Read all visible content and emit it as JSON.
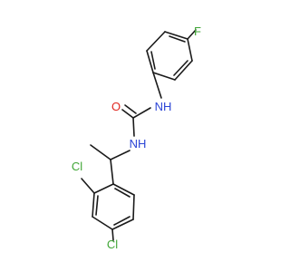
{
  "atoms": {
    "F": {
      "text": "F",
      "color": "#3fa535"
    },
    "O": {
      "text": "O",
      "color": "#e0261f"
    },
    "N1": {
      "text": "NH",
      "color": "#2b45d6"
    },
    "N2": {
      "text": "NH",
      "color": "#2b45d6"
    },
    "Cl1": {
      "text": "Cl",
      "color": "#3fa535"
    },
    "Cl2": {
      "text": "Cl",
      "color": "#3fa535"
    }
  }
}
